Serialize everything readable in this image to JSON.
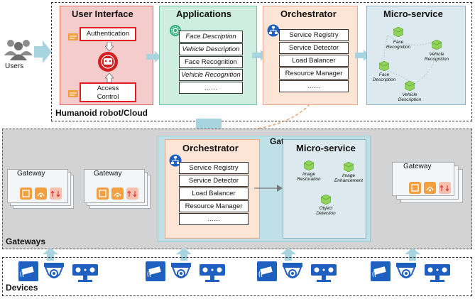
{
  "users": {
    "label": "Users"
  },
  "cloud": {
    "label": "Humanoid robot/Cloud",
    "user_interface": {
      "title": "User Interface",
      "authentication": "Authentication",
      "access_control": "Access\nControl"
    },
    "applications": {
      "title": "Applications",
      "items": [
        "Face Description",
        "Vehicle Description",
        "Face Recognition",
        "Vehicle Recognition",
        "……"
      ]
    },
    "orchestrator": {
      "title": "Orchestrator",
      "items": [
        "Service Registry",
        "Service Detector",
        "Load Balancer",
        "Resource Manager",
        "……"
      ]
    },
    "micro_service": {
      "title": "Micro-service",
      "nodes": [
        "Face\nRecognition",
        "Vehicle\nRecognition",
        "Face\nDescription",
        "Vehicle\nDescription"
      ]
    }
  },
  "gateways": {
    "label": "Gateways",
    "gateway_label": "Gateway",
    "center_title": "Gateway",
    "orchestrator": {
      "title": "Orchestrator",
      "items": [
        "Service Registry",
        "Service Detector",
        "Load Balancer",
        "Resource Manager",
        "……"
      ]
    },
    "micro_service": {
      "title": "Micro-service",
      "nodes": [
        "Image\nRestoration",
        "Image\nEnhancement",
        "Object\nDetection"
      ]
    }
  },
  "devices": {
    "label": "Devices"
  },
  "colors": {
    "ui_bg": "#f4cccc",
    "ui_border": "#e06666",
    "apps_bg": "#cdeee0",
    "apps_border": "#6cc7a0",
    "orch_bg": "#fde5d6",
    "orch_border": "#e8a98a",
    "micro_bg": "#dceaf0",
    "micro_border": "#8fb3c4",
    "arrow": "#a8d4e0",
    "gateway_bg": "#d3d3d3",
    "cube": "#8fd35a",
    "device_blue": "#1f5fbf",
    "orange": "#f0a040"
  }
}
